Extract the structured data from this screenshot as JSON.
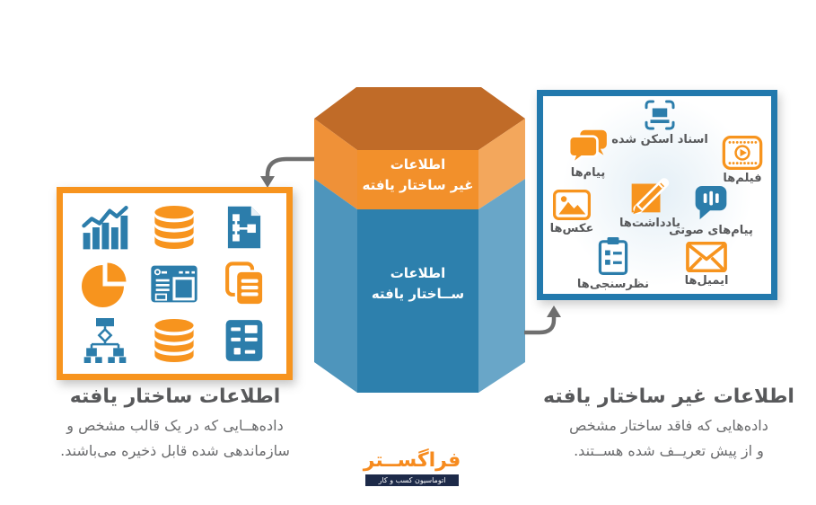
{
  "colors": {
    "orange": "#f7941e",
    "orange_cap": "#c06b28",
    "orange_left_face": "#ef9138",
    "orange_front_face": "#f2902b",
    "orange_right_face": "#f3a75c",
    "blue_icon": "#2c7dab",
    "blue_left_face": "#4e95bc",
    "blue_front_face": "#2d80ad",
    "blue_right_face": "#69a6c8",
    "blue_border": "#2279ad",
    "arrow_gray": "#6f6f6f",
    "heading_gray": "#58595b",
    "body_gray": "#6a6b6d",
    "logo_orange": "#f68b1f",
    "logo_navy": "#1d2a49"
  },
  "cylinder": {
    "unstructured": {
      "line1": "اطلاعات",
      "line2": "غیر ساختار یافته"
    },
    "structured": {
      "line1": "اطلاعات",
      "line2": "ســاختار یافته"
    }
  },
  "structured_panel": {
    "icons": [
      "bar-chart-icon",
      "database-icon",
      "sitemap-document-icon",
      "pie-chart-icon",
      "dashboard-window-icon",
      "documents-icon",
      "org-chart-icon",
      "database-icon",
      "form-document-icon"
    ]
  },
  "unstructured_panel": {
    "items": [
      {
        "icon": "scanner-icon",
        "label": "اسناد اسکن شده"
      },
      {
        "icon": "chat-bubbles-icon",
        "label": "پیام‌ها"
      },
      {
        "icon": "film-icon",
        "label": "فیلم‌ها"
      },
      {
        "icon": "note-pencil-icon",
        "label": "یادداشت‌ها"
      },
      {
        "icon": "photo-icon",
        "label": "عکس‌ها"
      },
      {
        "icon": "voice-message-icon",
        "label": "پیام‌های صوتی"
      },
      {
        "icon": "survey-clipboard-icon",
        "label": "نظرسنجی‌ها"
      },
      {
        "icon": "email-envelope-icon",
        "label": "ایمیل‌ها"
      }
    ]
  },
  "structured_section": {
    "title": "اطلاعات ساختار یافته",
    "line1": "داده‌هــایی که در یک قالب مشخص و",
    "line2": "سازماندهی شده قابل ذخیره می‌باشند."
  },
  "unstructured_section": {
    "title": "اطلاعات غیر ساختار یافته",
    "line1": "داده‌هایی که فاقد ساختار مشخص",
    "line2": "و از پیش تعریــف شده هســتند."
  },
  "logo": {
    "name": "فراگســتر",
    "tagline": "اتوماسیون کسب و کار"
  }
}
